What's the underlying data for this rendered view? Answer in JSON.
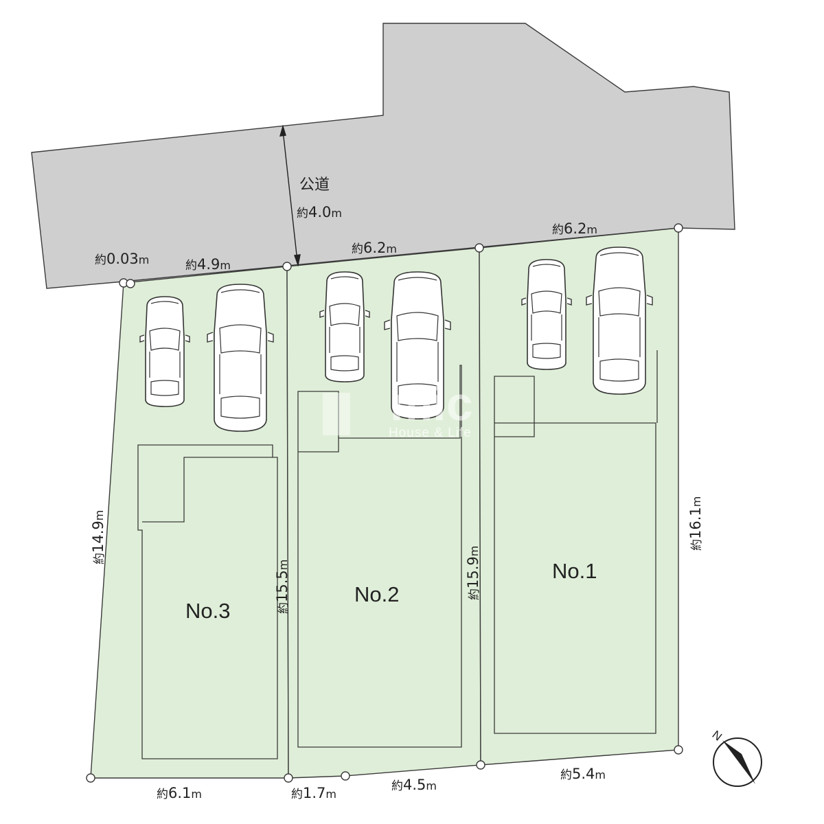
{
  "road": {
    "label": "公道",
    "width_prefix": "約",
    "width_value": "4.0",
    "width_unit": "m"
  },
  "lots": [
    {
      "label": "No.1"
    },
    {
      "label": "No.2"
    },
    {
      "label": "No.3"
    }
  ],
  "dimensions": {
    "no3_left_offset": {
      "prefix": "約",
      "value": "0.03",
      "unit": "m"
    },
    "no3_front": {
      "prefix": "約",
      "value": "4.9",
      "unit": "m"
    },
    "no2_front": {
      "prefix": "約",
      "value": "6.2",
      "unit": "m"
    },
    "no1_front": {
      "prefix": "約",
      "value": "6.2",
      "unit": "m"
    },
    "no3_left_side": {
      "prefix": "約",
      "value": "14.9",
      "unit": "m"
    },
    "no3_right_side": {
      "prefix": "約",
      "value": "15.5",
      "unit": "m"
    },
    "no2_right_side": {
      "prefix": "約",
      "value": "15.9",
      "unit": "m"
    },
    "no1_right_side": {
      "prefix": "約",
      "value": "16.1",
      "unit": "m"
    },
    "no3_rear": {
      "prefix": "約",
      "value": "6.1",
      "unit": "m"
    },
    "no2_rear_a": {
      "prefix": "約",
      "value": "1.7",
      "unit": "m"
    },
    "no2_rear_b": {
      "prefix": "約",
      "value": "4.5",
      "unit": "m"
    },
    "no1_rear": {
      "prefix": "約",
      "value": "5.4",
      "unit": "m"
    }
  },
  "compass": {
    "label": "N"
  },
  "watermark": {
    "logo_text": "mic",
    "tagline": "House & Life"
  },
  "colors": {
    "road": "#cfcfcf",
    "lot": "#dfeed8",
    "outline": "#3a3a3a"
  }
}
